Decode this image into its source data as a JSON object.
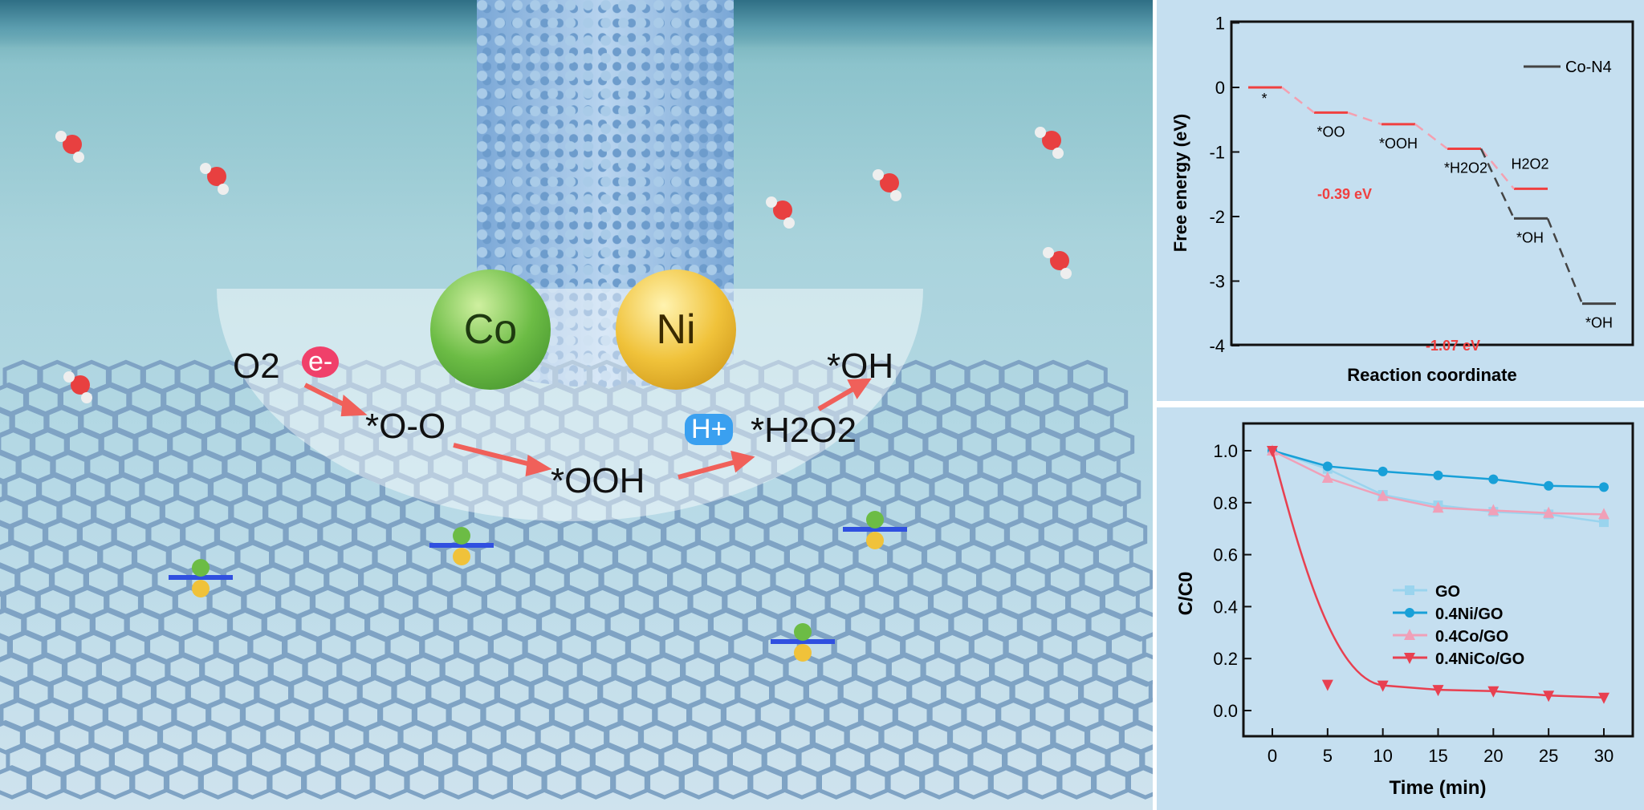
{
  "illustration": {
    "metal_1": "Co",
    "metal_2": "Ni",
    "labels": {
      "o2": "O2",
      "electron": "e-",
      "oo": "*O-O",
      "ooh": "*OOH",
      "proton": "H+",
      "h2o2": "*H2O2",
      "oh": "*OH"
    },
    "colors": {
      "co": "#6cbc45",
      "ni": "#f0c23a",
      "arrow": "#f0605a",
      "electron": "#f0406a",
      "proton": "#3aa0f0"
    }
  },
  "chart_data": [
    {
      "type": "line",
      "title": "",
      "xlabel": "Reaction coordinate",
      "ylabel": "Free energy (eV)",
      "ylim": [
        -4,
        1
      ],
      "yticks": [
        "1",
        "0",
        "-1",
        "-2",
        "-3",
        "-4"
      ],
      "legend": {
        "label": "Co-N4",
        "position": "top-right"
      },
      "levels": [
        {
          "label": "*",
          "value": 0,
          "color": "#f04040"
        },
        {
          "label": "*OO",
          "value": -0.39,
          "color": "#f04040"
        },
        {
          "label": "*OOH",
          "value": -0.57,
          "color": "#f04040"
        },
        {
          "label": "*H2O2",
          "value": -0.95,
          "color": "#f04040"
        },
        {
          "label": "H2O2",
          "value": -1.57,
          "color": "#f04040"
        },
        {
          "label": "*OH",
          "value": -2.03,
          "color": "#444444"
        },
        {
          "label": "*OH",
          "value": -3.35,
          "color": "#444444"
        }
      ],
      "annotations": [
        "-0.39 eV",
        "-1.07 eV"
      ]
    },
    {
      "type": "line",
      "xlabel": "Time (min)",
      "ylabel": "C/C0",
      "xlim": [
        -2.5,
        32.5
      ],
      "ylim": [
        -0.1,
        1.1
      ],
      "x": [
        0,
        5,
        10,
        15,
        20,
        25,
        30
      ],
      "xticks": [
        "0",
        "5",
        "10",
        "15",
        "20",
        "25",
        "30"
      ],
      "yticks": [
        "0.0",
        "0.2",
        "0.4",
        "0.6",
        "0.8",
        "1.0"
      ],
      "legend_position": "center-right",
      "series": [
        {
          "name": "GO",
          "color": "#9ad4ee",
          "marker": "square",
          "values": [
            1.0,
            0.93,
            0.83,
            0.79,
            0.765,
            0.755,
            0.725
          ]
        },
        {
          "name": "0.4Ni/GO",
          "color": "#18a0d8",
          "marker": "circle",
          "values": [
            1.0,
            0.94,
            0.92,
            0.905,
            0.89,
            0.865,
            0.86
          ]
        },
        {
          "name": "0.4Co/GO",
          "color": "#f0a0b8",
          "marker": "triangle-up",
          "values": [
            1.0,
            0.895,
            0.825,
            0.78,
            0.77,
            0.76,
            0.755
          ]
        },
        {
          "name": "0.4NiCo/GO",
          "color": "#e84050",
          "marker": "triangle-down",
          "values": [
            1.0,
            0.1,
            0.097,
            0.08,
            0.075,
            0.058,
            0.05
          ]
        }
      ]
    }
  ]
}
